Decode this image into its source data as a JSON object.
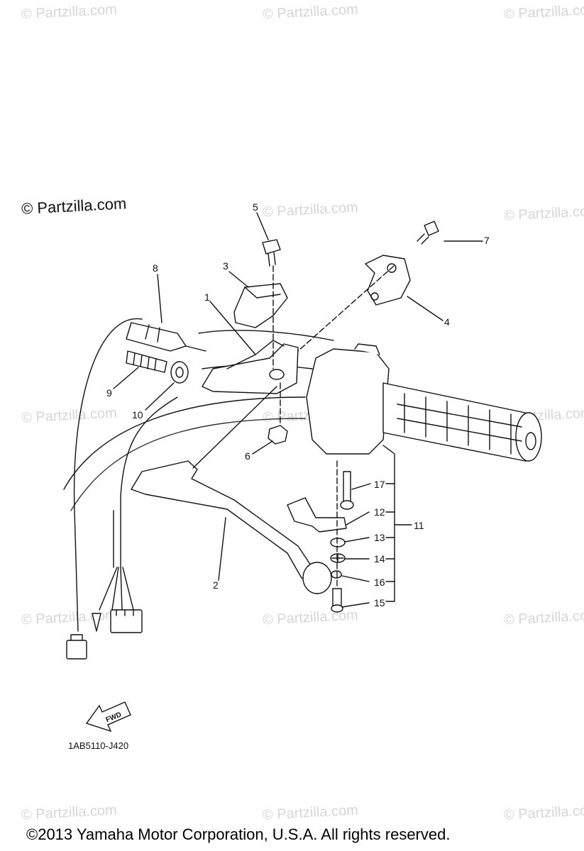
{
  "watermark_text": "© Partzilla.com",
  "brand_text": "© Partzilla.com",
  "diagram_code": "1AB5110-J420",
  "fwd_label": "FWD",
  "copyright": "©2013  Yamaha Motor Corporation, U.S.A. All rights reserved.",
  "callouts": {
    "c1": "1",
    "c2": "2",
    "c3": "3",
    "c4": "4",
    "c5": "5",
    "c6": "6",
    "c7": "7",
    "c8": "8",
    "c9": "9",
    "c10": "10",
    "c11": "11",
    "c12": "12",
    "c13": "13",
    "c14": "14",
    "c15": "15",
    "c16": "16",
    "c17": "17"
  }
}
